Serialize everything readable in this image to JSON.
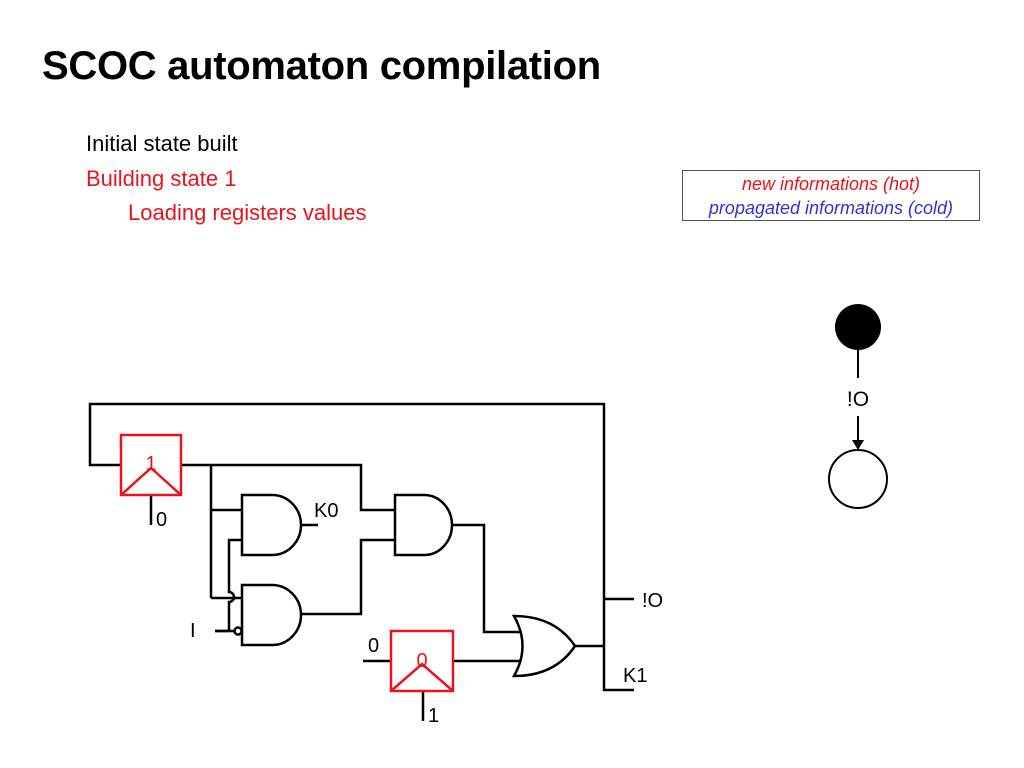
{
  "slide": {
    "title": "SCOC automaton compilation",
    "lines": [
      "Initial state built",
      "Building state 1",
      "Loading registers values"
    ]
  },
  "legend": {
    "hot": "new informations (hot)",
    "cold": "propagated informations (cold)"
  },
  "colors": {
    "hot": "#e8141b",
    "cold": "#3333cc",
    "wire": "#000000"
  },
  "automaton": {
    "transition_label": "!O"
  },
  "circuit": {
    "register_top": {
      "value": "1",
      "init": "0"
    },
    "register_bottom": {
      "value": "0",
      "init": "1"
    },
    "labels": {
      "k0": "K0",
      "k1": "K1",
      "output": "!O",
      "input": "I",
      "bottom_input": "0"
    }
  }
}
